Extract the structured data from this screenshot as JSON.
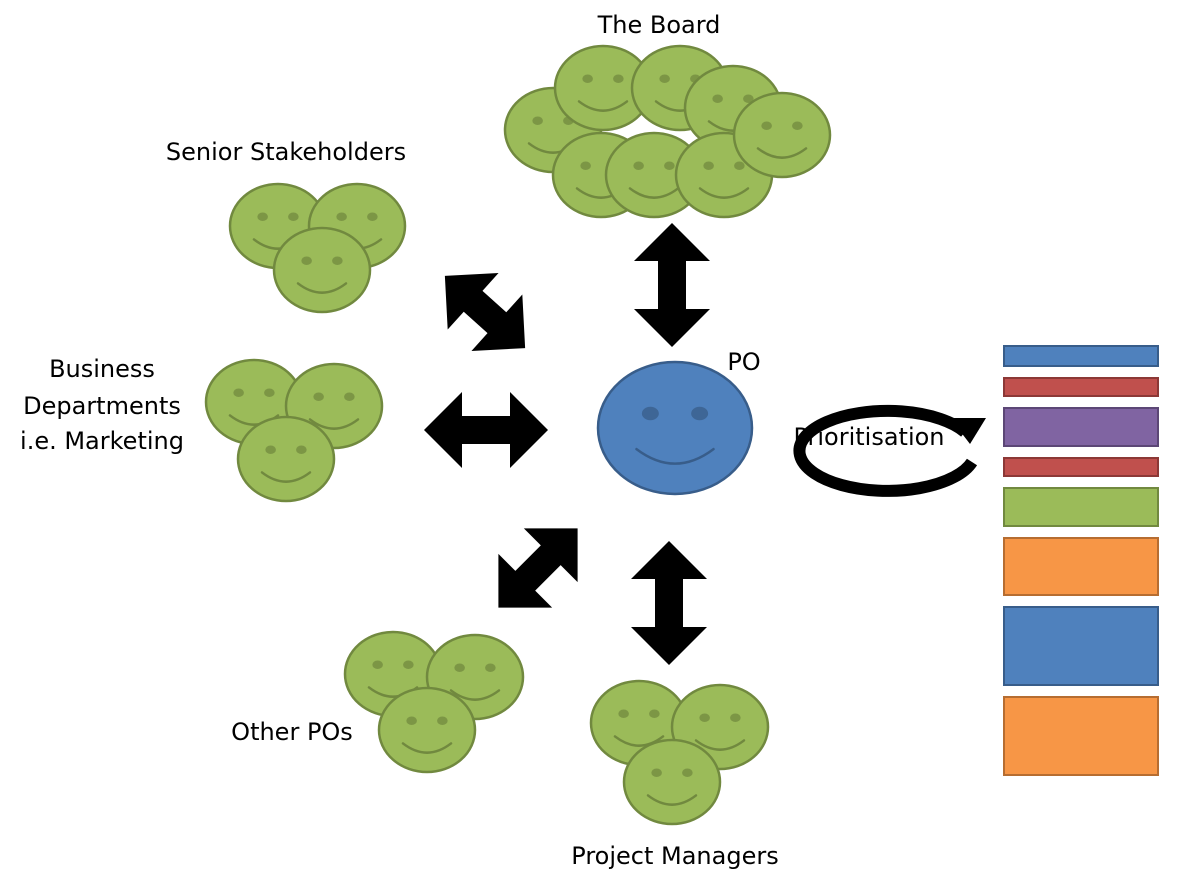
{
  "labels": {
    "board": "The Board",
    "senior": "Senior Stakeholders",
    "business_line1": "Business",
    "business_line2": "Departments",
    "business_line3": "i.e. Marketing",
    "other_pos": "Other POs",
    "project_managers": "Project Managers",
    "po": "PO",
    "prioritisation": "Prioritisation"
  },
  "colors": {
    "face_fill": "#9bbb59",
    "face_stroke": "#71893f",
    "po_fill": "#4f81bd",
    "po_stroke": "#385d8a",
    "arrow": "#000000"
  },
  "backlog": {
    "items": [
      {
        "color": "#4f81bd",
        "stroke": "#385d8a"
      },
      {
        "color": "#c0504d",
        "stroke": "#8c3836"
      },
      {
        "color": "#8064a2",
        "stroke": "#5c4776"
      },
      {
        "color": "#c0504d",
        "stroke": "#8c3836"
      },
      {
        "color": "#9bbb59",
        "stroke": "#71893f"
      },
      {
        "color": "#f79646",
        "stroke": "#b66d31"
      },
      {
        "color": "#4f81bd",
        "stroke": "#385d8a"
      },
      {
        "color": "#f79646",
        "stroke": "#b66d31"
      }
    ]
  }
}
